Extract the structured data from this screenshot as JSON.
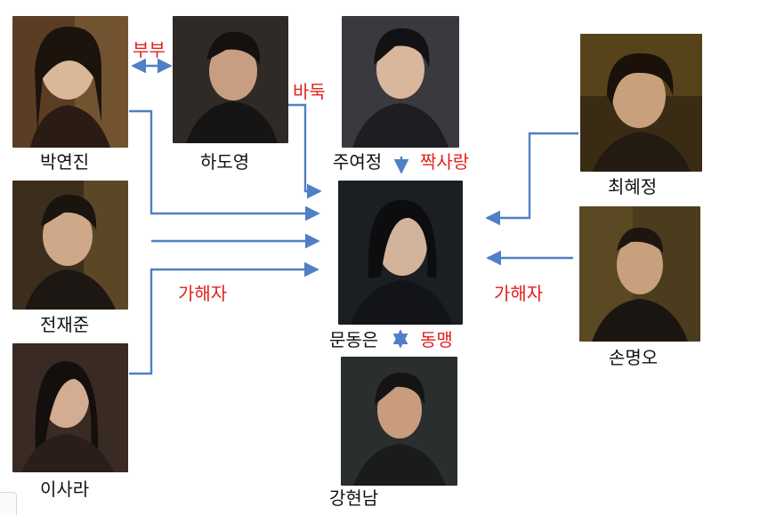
{
  "people": [
    {
      "id": "park-yeonjin",
      "name": "박연진",
      "poster_tone": "#6a4a2e"
    },
    {
      "id": "ha-doyeong",
      "name": "하도영",
      "poster_tone": "#3a2a22"
    },
    {
      "id": "ju-yeojeong",
      "name": "주여정",
      "poster_tone": "#2e2e33"
    },
    {
      "id": "choi-hyejeong",
      "name": "최혜정",
      "poster_tone": "#5a4420"
    },
    {
      "id": "jeon-jaejun",
      "name": "전재준",
      "poster_tone": "#4a3a22"
    },
    {
      "id": "moon-dongeun",
      "name": "문동은",
      "poster_tone": "#1f2226"
    },
    {
      "id": "son-myeongo",
      "name": "손명오",
      "poster_tone": "#5a4a22"
    },
    {
      "id": "lee-sara",
      "name": "이사라",
      "poster_tone": "#3a2a24"
    },
    {
      "id": "kang-hyeonnam",
      "name": "강현남",
      "poster_tone": "#2c3030"
    }
  ],
  "relations": {
    "couple": "부부",
    "baduk": "바둑",
    "crush": "짝사랑",
    "perpetrator_left": "가해자",
    "perpetrator_right": "가해자",
    "alliance": "동맹"
  },
  "colors": {
    "arrow": "#4f7fc4",
    "relation_text": "#e0221e"
  }
}
